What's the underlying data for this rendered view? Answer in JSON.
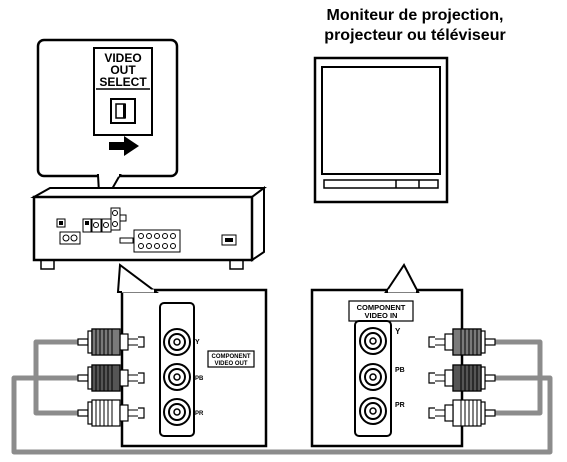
{
  "display_title": {
    "line1": "Moniteur de projection,",
    "line2": "projecteur ou téléviseur"
  },
  "switch_label": {
    "line1": "VIDEO",
    "line2": "OUT",
    "line3": "SELECT"
  },
  "player_jacks": {
    "group_label_line1": "COMPONENT",
    "group_label_line2": "VIDEO OUT",
    "jack_y": "Y",
    "jack_pb": "PB",
    "jack_pr": "PR"
  },
  "display_jacks": {
    "group_label_line1": "COMPONENT",
    "group_label_line2": "VIDEO IN",
    "jack_y": "Y",
    "jack_pb": "PB",
    "jack_pr": "PR"
  }
}
